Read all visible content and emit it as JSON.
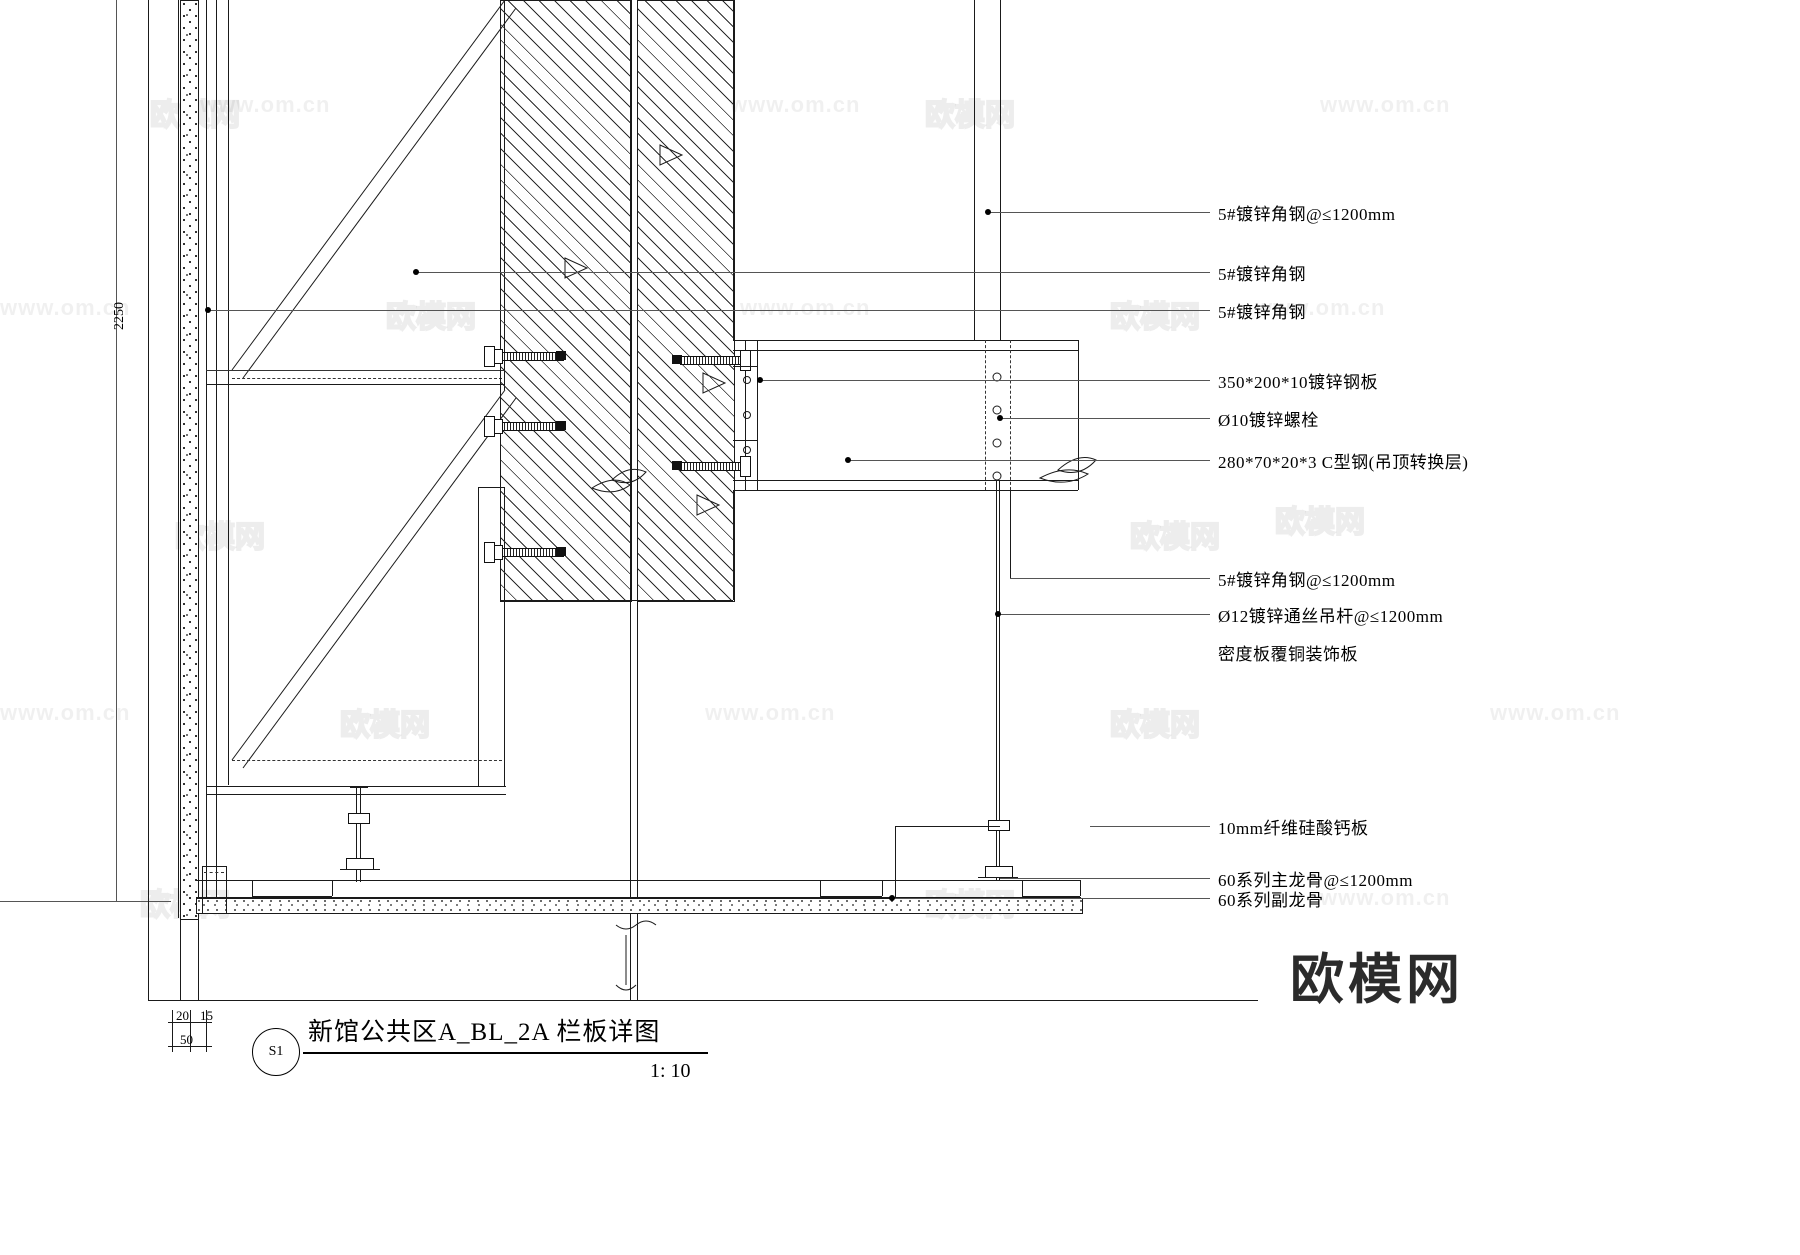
{
  "drawing": {
    "title": "新馆公共区A_BL_2A 栏板详图",
    "scale": "1: 10",
    "tag": "S1",
    "vertical_dimension": "2250",
    "bottom_dims": [
      "20",
      "15",
      "50"
    ]
  },
  "annotations": [
    {
      "id": "ann-1",
      "text": "5#镀锌角钢@≤1200mm"
    },
    {
      "id": "ann-2",
      "text": "5#镀锌角钢"
    },
    {
      "id": "ann-3",
      "text": "5#镀锌角钢"
    },
    {
      "id": "ann-4",
      "text": "350*200*10镀锌钢板"
    },
    {
      "id": "ann-5",
      "text": "Ø10镀锌螺栓"
    },
    {
      "id": "ann-6",
      "text": "280*70*20*3 C型钢(吊顶转换层)"
    },
    {
      "id": "ann-7",
      "text": "5#镀锌角钢@≤1200mm"
    },
    {
      "id": "ann-8",
      "text": "Ø12镀锌通丝吊杆@≤1200mm"
    },
    {
      "id": "ann-9",
      "text": "密度板覆铜装饰板"
    },
    {
      "id": "ann-10",
      "text": "10mm纤维硅酸钙板"
    },
    {
      "id": "ann-11",
      "text": "60系列主龙骨@≤1200mm"
    },
    {
      "id": "ann-12",
      "text": "60系列副龙骨"
    }
  ],
  "watermarks": {
    "url": "www.om.cn",
    "brand": "欧模网",
    "logo": "欧模网"
  },
  "colors": {
    "line": "#1a1a1a",
    "thin_line": "#555555",
    "text": "#000000",
    "background": "#ffffff"
  }
}
